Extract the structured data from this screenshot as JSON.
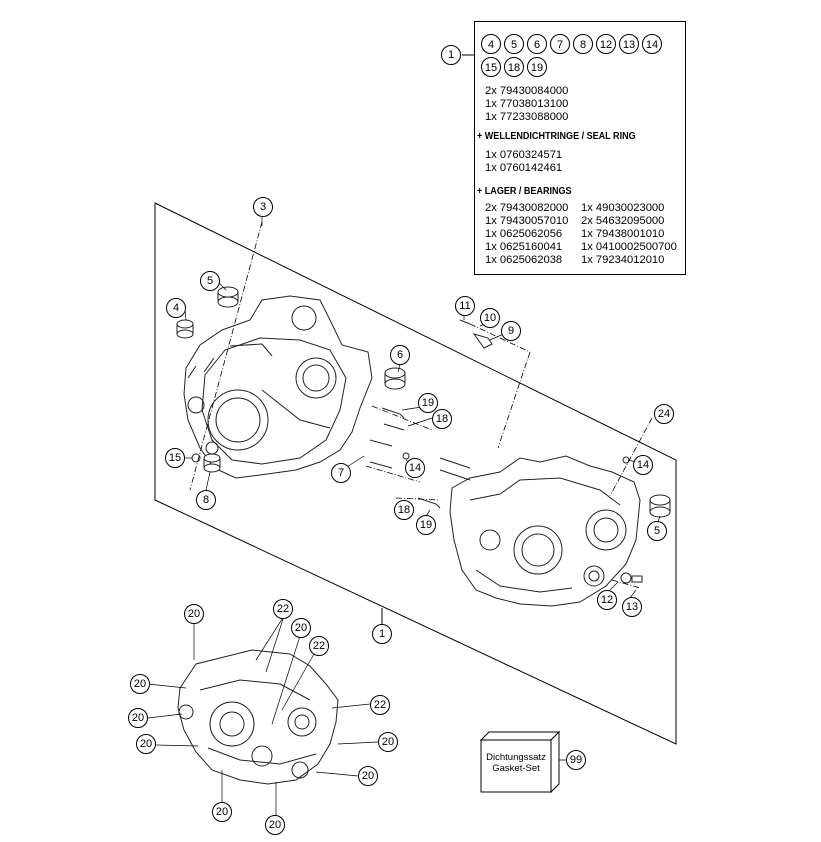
{
  "info_box": {
    "ref": "1",
    "chips": [
      "4",
      "5",
      "6",
      "7",
      "8",
      "12",
      "13",
      "14",
      "15",
      "18",
      "19"
    ],
    "main_parts": [
      "2x 79430084000",
      "1x 77038013100",
      "1x 77233088000"
    ],
    "seal_heading": "+ WELLENDICHTRINGE /  SEAL RING",
    "seal_parts": [
      "1x 0760324571",
      "1x 0760142461"
    ],
    "bearing_heading": "+ LAGER / BEARINGS",
    "bearing_parts_left": [
      "2x 79430082000",
      "1x 79430057010",
      "1x 0625062056",
      "1x 0625160041",
      "1x 0625062038"
    ],
    "bearing_parts_right": [
      "1x 49030023000",
      "2x 54632095000",
      "1x 79438001010",
      "1x 0410002500700",
      "1x 79234012010"
    ]
  },
  "gasket": {
    "line1": "Dichtungssatz",
    "line2": "Gasket-Set",
    "ref": "99"
  },
  "callouts": {
    "c3": "3",
    "c5a": "5",
    "c4": "4",
    "c6": "6",
    "c11": "11",
    "c10": "10",
    "c9": "9",
    "c19a": "19",
    "c18a": "18",
    "c15": "15",
    "c8": "8",
    "c7": "7",
    "c14a": "14",
    "c24": "24",
    "c14b": "14",
    "c5b": "5",
    "c18b": "18",
    "c19b": "19",
    "c12": "12",
    "c13": "13",
    "c1b": "1",
    "c20a": "20",
    "c22a": "22",
    "c20b": "20",
    "c22b": "22",
    "c20c": "20",
    "c20d": "20",
    "c22c": "22",
    "c20e": "20",
    "c20f": "20",
    "c20g": "20",
    "c20h": "20",
    "c20i": "20"
  }
}
